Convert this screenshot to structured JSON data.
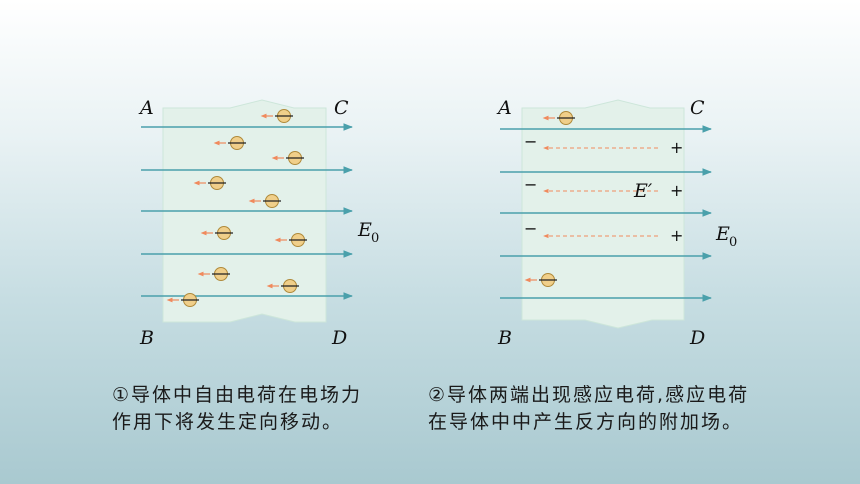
{
  "colors": {
    "slab": "#e3f1ea",
    "field_line": "#4aa0ab",
    "charge_fill": "#f0cf8a",
    "charge_stroke": "#b08a3a",
    "motion_arrow": "#f08a5d"
  },
  "left_panel": {
    "labels": {
      "a": "A",
      "b": "B",
      "c": "C",
      "d": "D",
      "field": "E",
      "field_sub": "0"
    },
    "field_line_count": 5,
    "electron_count": 10
  },
  "right_panel": {
    "labels": {
      "a": "A",
      "b": "B",
      "c": "C",
      "d": "D",
      "field": "E",
      "field_sub": "0",
      "induced_field": "E′"
    },
    "field_line_count": 5,
    "left_signs": [
      "−",
      "−",
      "−"
    ],
    "right_signs": [
      "+",
      "+",
      "+"
    ],
    "electron_count": 2
  },
  "captions": {
    "left": [
      "①导体中自由电荷在电场力",
      "作用下将发生定向移动。"
    ],
    "right": [
      "②导体两端出现感应电荷,感应电荷",
      "在导体中中产生反方向的附加场。"
    ]
  }
}
